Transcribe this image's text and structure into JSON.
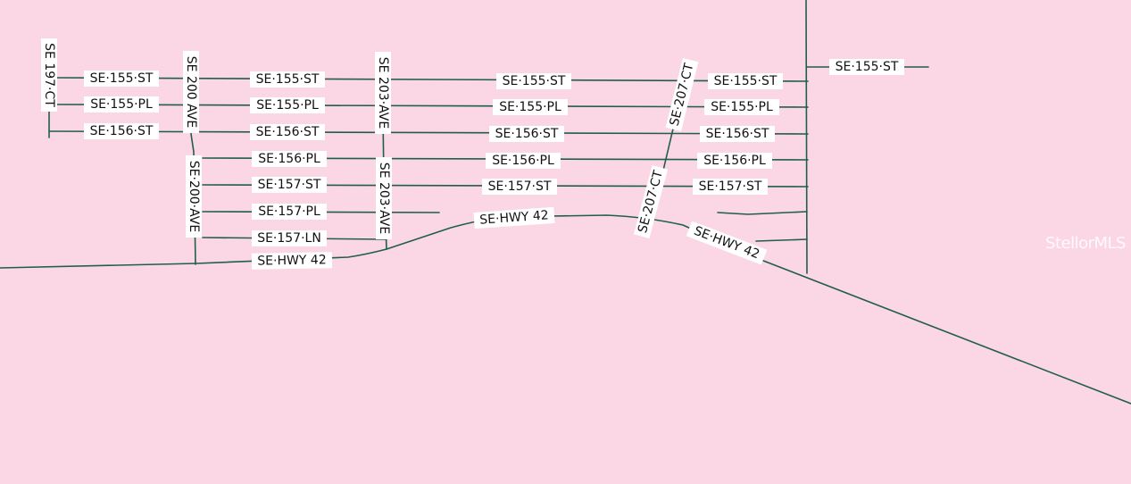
{
  "map": {
    "background": "#fbd7e6",
    "road_color": "#1f5e4c",
    "watermark": "StellorMLS",
    "roads": {
      "se_155_st": "SE·155·ST",
      "se_155_pl": "SE·155·PL",
      "se_156_st": "SE·156·ST",
      "se_156_pl": "SE·156·PL",
      "se_157_st": "SE·157·ST",
      "se_157_pl": "SE·157·PL",
      "se_157_ln": "SE·157·LN",
      "se_hwy_42": "SE·HWY 42",
      "se_197_ct": "SE 197·CT",
      "se_200_ave": "SE 200 AVE",
      "se_200_ave_b": "SE·200·AVE",
      "se_203_ave": "SE 203·AVE",
      "se_207_ct": "SE·207·CT"
    }
  }
}
